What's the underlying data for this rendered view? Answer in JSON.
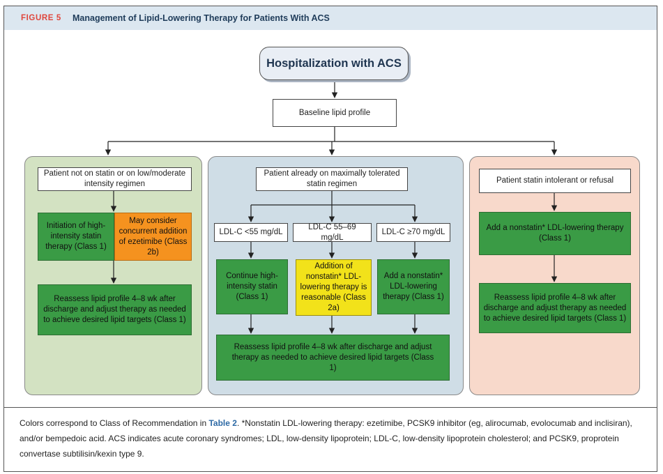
{
  "header": {
    "figure_label": "FIGURE 5",
    "title": "Management of Lipid-Lowering Therapy for Patients With ACS"
  },
  "nodes": {
    "hospitalization": "Hospitalization with ACS",
    "baseline": "Baseline lipid profile",
    "left": {
      "header": "Patient not on statin or on low/moderate intensity regimen",
      "initiation": "Initiation of high-intensity statin therapy (Class 1)",
      "ezetimibe": "May consider concurrent addition of ezetimibe (Class 2b)",
      "reassess": "Reassess lipid profile 4–8 wk after discharge and adjust therapy as needed to achieve desired lipid targets (Class 1)"
    },
    "middle": {
      "header": "Patient already on maximally tolerated statin regimen",
      "ldl1": "LDL-C <55 mg/dL",
      "ldl2": "LDL-C 55–69 mg/dL",
      "ldl3": "LDL-C ≥70 mg/dL",
      "continue": "Continue high-intensity statin (Class 1)",
      "addition": "Addition of nonstatin* LDL-lowering therapy is reasonable (Class 2a)",
      "add_nonstatin": "Add a nonstatin* LDL-lowering therapy (Class 1)",
      "reassess": "Reassess lipid profile 4–8 wk after discharge and adjust therapy as needed to achieve desired lipid targets (Class 1)"
    },
    "right": {
      "header": "Patient statin intolerant or refusal",
      "add_nonstatin": "Add a nonstatin* LDL-lowering therapy (Class 1)",
      "reassess": "Reassess lipid profile 4–8 wk after discharge and adjust therapy as needed to achieve desired lipid targets (Class 1)"
    }
  },
  "caption": {
    "prefix": "Colors correspond to Class of Recommendation in ",
    "table_ref": "Table 2",
    "rest": ". *Nonstatin LDL-lowering therapy: ezetimibe, PCSK9 inhibitor (eg, alirocumab, evolocumab and inclisiran), and/or bempedoic acid. ACS indicates acute coronary syndromes; LDL, low-density lipoprotein; LDL-C, low-density lipoprotein cholesterol; and PCSK9, proprotein convertase subtilisin/kexin type 9."
  },
  "colors": {
    "class1": "#3a9b45",
    "class2a": "#f2e21a",
    "class2b": "#f5921f",
    "left_panel": "#d3e2c2",
    "middle_panel": "#cfdde6",
    "right_panel": "#f8d9cb",
    "header_band": "#dce7f0",
    "figure_label": "#e0463c"
  }
}
